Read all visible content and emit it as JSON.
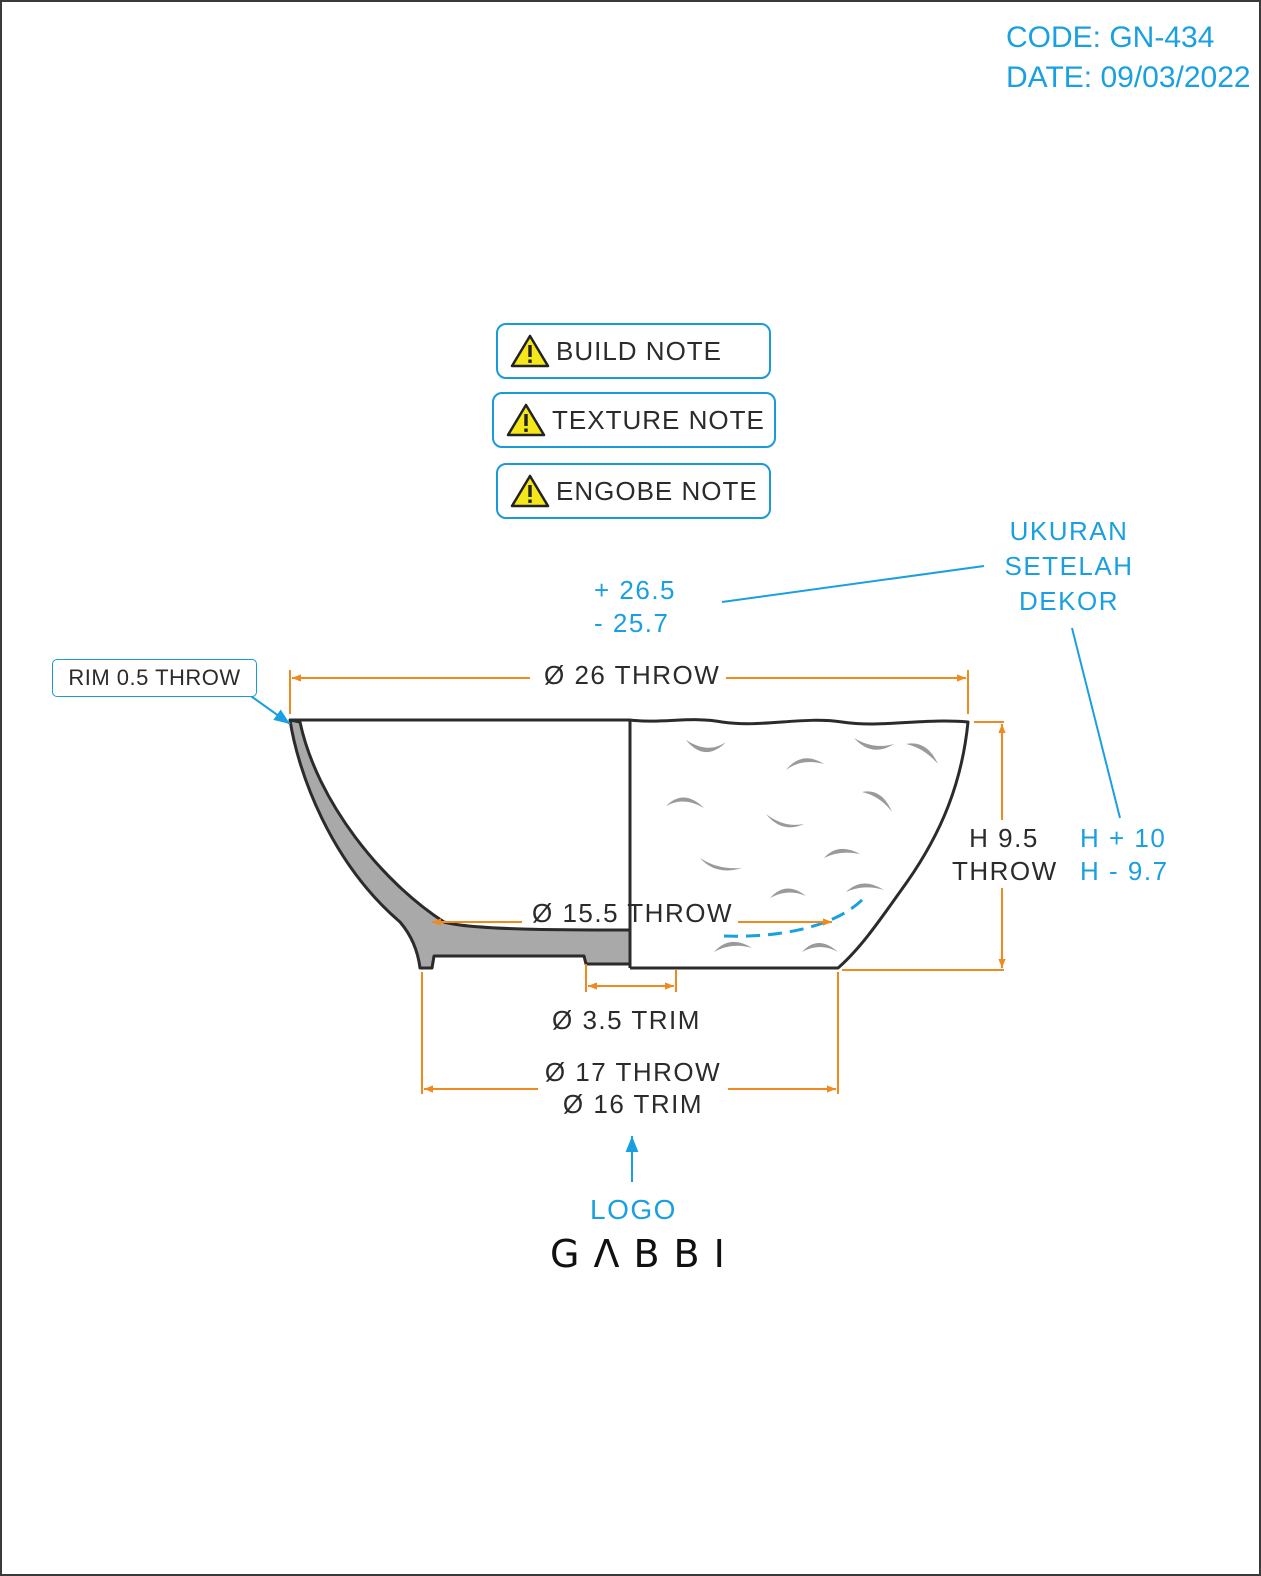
{
  "header": {
    "code": "CODE: GN-434",
    "date": "DATE: 09/03/2022"
  },
  "notes": [
    {
      "label": "BUILD NOTE",
      "icon": "warning-icon"
    },
    {
      "label": "TEXTURE NOTE",
      "icon": "warning-icon"
    },
    {
      "label": "ENGOBE NOTE",
      "icon": "warning-icon"
    }
  ],
  "callouts": {
    "rim": "RIM 0.5 THROW",
    "after_decor": [
      "UKURAN",
      "SETELAH",
      "DEKOR"
    ],
    "tolerance_diameter": [
      "+ 26.5",
      "- 25.7"
    ],
    "tolerance_height": [
      "H + 10",
      "H - 9.7"
    ]
  },
  "dimensions": {
    "top_diameter": "Ø 26 THROW",
    "height": [
      "H 9.5",
      "THROW"
    ],
    "inner_diameter": "Ø 15.5 THROW",
    "foot_trim": "Ø 3.5 TRIM",
    "base_diameter": [
      "Ø 17 THROW",
      "Ø 16 TRIM"
    ]
  },
  "logo": {
    "label": "LOGO",
    "brand": "GΛBBI"
  },
  "colors": {
    "dimension": "#f0891e",
    "annotation": "#1aa0e0",
    "outline": "#2b2b2b",
    "section_fill": "#aaaaaa",
    "texture": "#9a9a9a"
  }
}
